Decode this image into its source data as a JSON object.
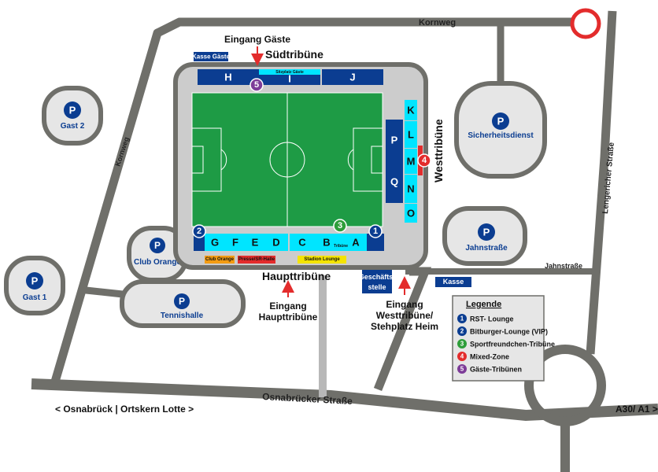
{
  "roads": {
    "kornweg_top": "Kornweg",
    "kornweg_left": "Kornweg",
    "lengericher": "Lengericher Straße",
    "jahnstrasse": "Jahnstraße",
    "osnabruecker": "Osnabrücker Straße"
  },
  "parking": {
    "symbol": "P",
    "gast2": "Gast 2",
    "gast1": "Gast 1",
    "club_orange": "Club Orange",
    "tennishalle": "Tennishalle",
    "sicherheitsdienst": "Sicherheitsdienst",
    "jahnstrasse": "Jahnstraße"
  },
  "stands": {
    "suedtribuene": "Südtribüne",
    "haupttribuene": "Haupttribüne",
    "westtribuene": "Westtribüne",
    "blocks_south": [
      "H",
      "I",
      "J"
    ],
    "sitzplatz_label": "Sitzplatz Gäste",
    "blocks_main": [
      "G",
      "F",
      "E",
      "D",
      "C",
      "B",
      "A"
    ],
    "blocks_west_outer": [
      "K",
      "L",
      "M",
      "N",
      "O"
    ],
    "blocks_west_inner": [
      "P",
      "Q"
    ],
    "tribuene_small": "Tribüne"
  },
  "boxes": {
    "kasse_gaeste": "Kasse Gäste",
    "club_orange": "Club Orange",
    "presse": "Presse/SR-Halle",
    "stadion_lounge": "Stadion Lounge",
    "geschaeftsstelle_1": "Geschäfts-",
    "geschaeftsstelle_2": "stelle",
    "kasse": "Kasse"
  },
  "entrances": {
    "gaeste": "Eingang Gäste",
    "haupt_1": "Eingang",
    "haupt_2": "Haupttribüne",
    "west_1": "Eingang",
    "west_2": "Westtribüne/",
    "west_3": "Stehplatz Heim"
  },
  "legend": {
    "title": "Legende",
    "items": [
      {
        "num": "1",
        "label": "RST- Lounge",
        "color": "#0b3d91"
      },
      {
        "num": "2",
        "label": "Bitburger-Lounge (VIP)",
        "color": "#0b3d91"
      },
      {
        "num": "3",
        "label": "Sportfreundchen-Tribüne",
        "color": "#2e9e3a"
      },
      {
        "num": "4",
        "label": "Mixed-Zone",
        "color": "#e32c2c"
      },
      {
        "num": "5",
        "label": "Gäste-Tribünen",
        "color": "#7d3c98"
      }
    ]
  },
  "markers": {
    "m1": "1",
    "m2": "2",
    "m3": "3",
    "m4": "4",
    "m5": "5"
  },
  "directions": {
    "left": "< Osnabrück | Ortskern Lotte >",
    "right": "A30/ A1 >"
  },
  "colors": {
    "road": "#6f6f6a",
    "road_light": "#b8b8b8",
    "stand_blue": "#0b3d91",
    "stand_cyan": "#00e5ff",
    "pitch": "#1e9b45",
    "stadium_grey": "#cccccc",
    "parking_bg": "#e6e6e6",
    "accent_red": "#e32c2c"
  }
}
